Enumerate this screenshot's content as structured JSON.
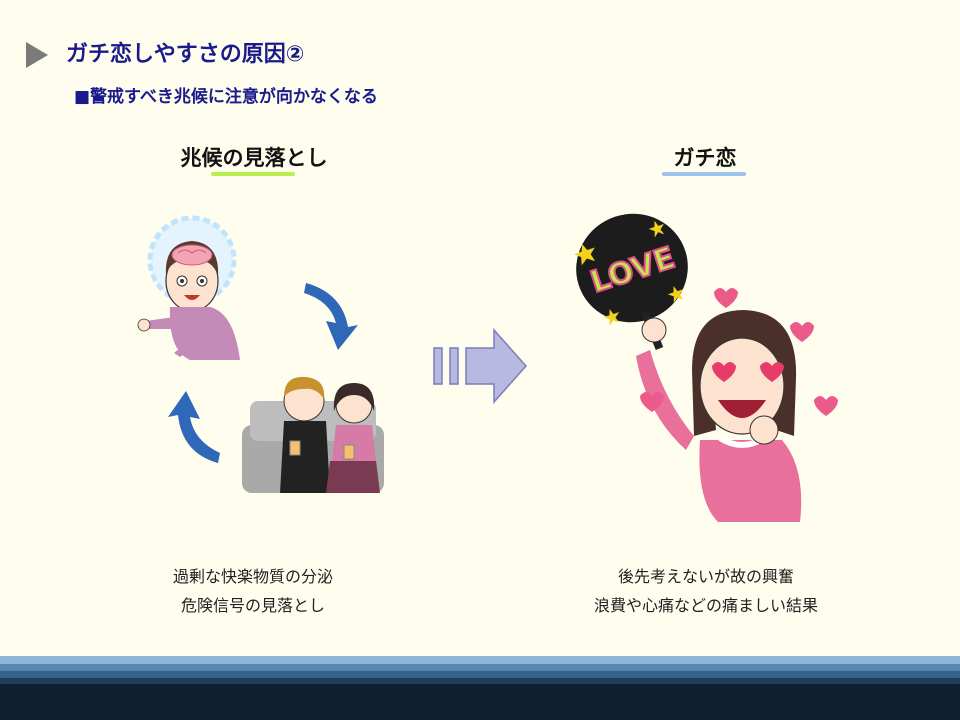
{
  "title": "ガチ恋しやすさの原因②",
  "subtitle": "■警戒すべき兆候に注意が向かなくなる",
  "left": {
    "heading": "兆候の見落とし",
    "underline_color": "#b7f04a",
    "caption_lines": [
      "過剰な快楽物質の分泌",
      "危険信号の見落とし"
    ]
  },
  "right": {
    "heading": "ガチ恋",
    "underline_color": "#9cc4ec",
    "caption_lines": [
      "後先考えないが故の興奮",
      "浪費や心痛などの痛ましい結果"
    ],
    "fan_text": "LOVE"
  },
  "colors": {
    "title": "#1a1a8c",
    "background": "#fffdee",
    "arrow_fill": "#b8b8e0",
    "arrow_stroke": "#7c7cc0",
    "footer_dark": "#0e1f30"
  },
  "icons": {
    "bullet": "triangle-play-icon",
    "cycle_arrows": "curved-arrow-icon",
    "transition": "block-arrow-right-icon"
  }
}
